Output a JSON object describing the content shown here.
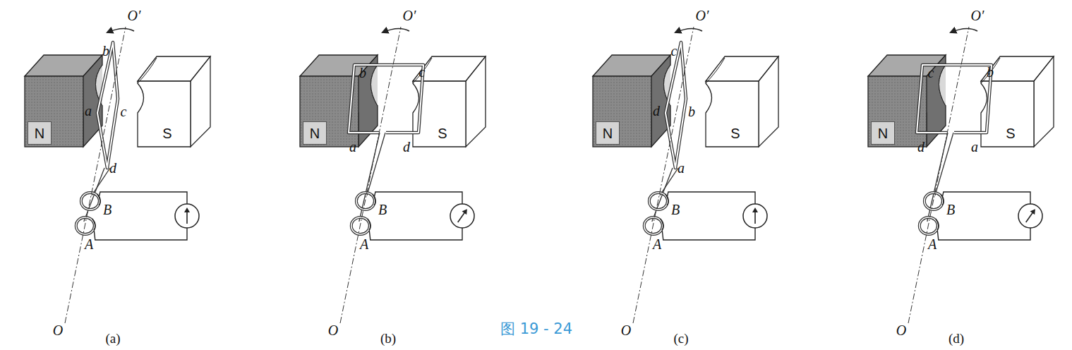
{
  "diagram": {
    "caption": "图 19 - 24",
    "nodes": [
      {
        "text": [
          "N"
        ]
      },
      {
        "text": [
          "S"
        ]
      },
      {
        "text": [
          "N"
        ]
      },
      {
        "text": [
          "S"
        ]
      },
      {
        "text": [
          "N"
        ]
      },
      {
        "text": [
          "S"
        ]
      },
      {
        "text": [
          "N"
        ]
      },
      {
        "text": [
          "S"
        ]
      }
    ],
    "labels": [
      "O′",
      "b",
      "a",
      "c",
      "d",
      "B",
      "A",
      "O",
      "(a)",
      "O′",
      "b",
      "c",
      "a",
      "d",
      "B",
      "A",
      "O",
      "(b)",
      "O′",
      "c",
      "d",
      "b",
      "a",
      "B",
      "A",
      "O",
      "(c)",
      "O′",
      "c",
      "b",
      "d",
      "a",
      "B",
      "A",
      "O",
      "(d)"
    ]
  }
}
